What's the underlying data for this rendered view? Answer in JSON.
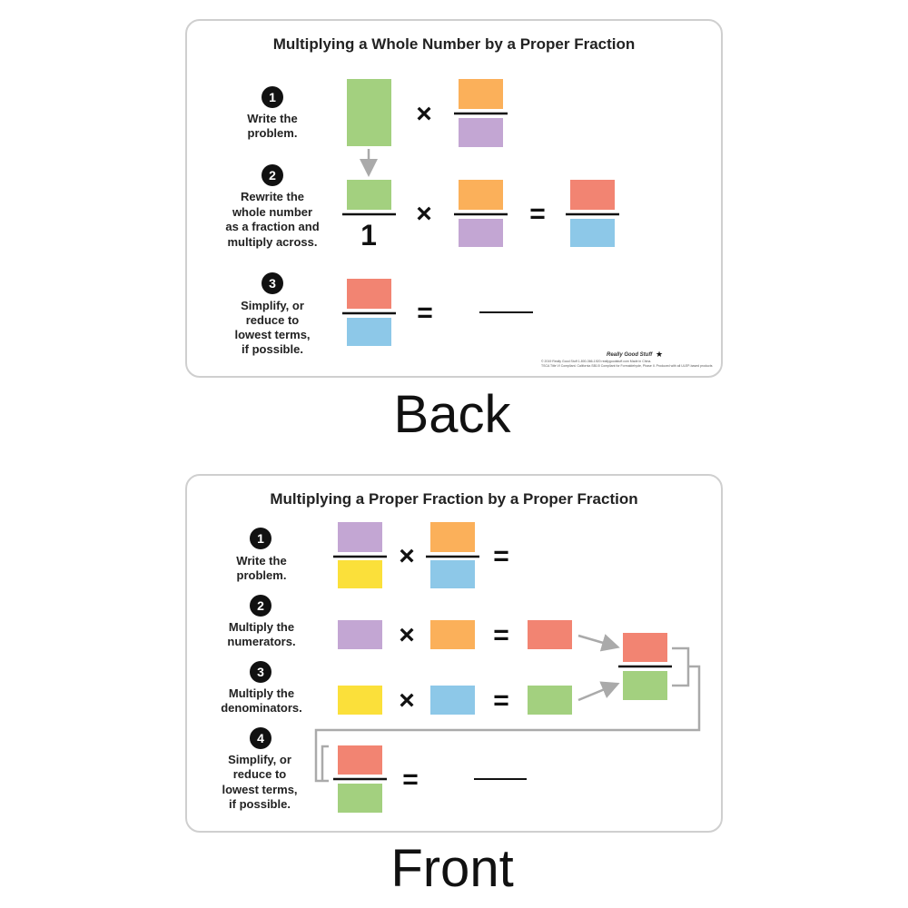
{
  "colors": {
    "green": "#a3d07f",
    "orange": "#fbb05a",
    "purple": "#c3a6d3",
    "red": "#f28472",
    "blue": "#8dc8e8",
    "yellow": "#fbe03a",
    "connector": "#aaaaaa"
  },
  "back": {
    "label": "Back",
    "title": "Multiplying a Whole Number by a Proper Fraction",
    "steps": [
      {
        "num": "1",
        "lines": [
          "Write the",
          "problem."
        ]
      },
      {
        "num": "2",
        "lines": [
          "Rewrite the",
          "whole number",
          "as a fraction and",
          "multiply across."
        ]
      },
      {
        "num": "3",
        "lines": [
          "Simplify, or",
          "reduce to",
          "lowest terms,",
          "if possible."
        ]
      }
    ],
    "one": "1",
    "times": "×",
    "equals": "=",
    "logo": "Really Good Stuff",
    "fineprint": [
      "© 2019 Really Good Stuff   1-800-366-1920   reallygoodstuff.com   Made in China.",
      "TSCA Title VI Compliant. California SB1/0 Compliant for Formaldehyde, Phase II. Produced with all ULEP-based products"
    ]
  },
  "front": {
    "label": "Front",
    "title": "Multiplying a Proper Fraction by a Proper Fraction",
    "steps": [
      {
        "num": "1",
        "lines": [
          "Write the",
          "problem."
        ]
      },
      {
        "num": "2",
        "lines": [
          "Multiply the",
          "numerators."
        ]
      },
      {
        "num": "3",
        "lines": [
          "Multiply the",
          "denominators."
        ]
      },
      {
        "num": "4",
        "lines": [
          "Simplify, or",
          "reduce to",
          "lowest terms,",
          "if possible."
        ]
      }
    ]
  }
}
